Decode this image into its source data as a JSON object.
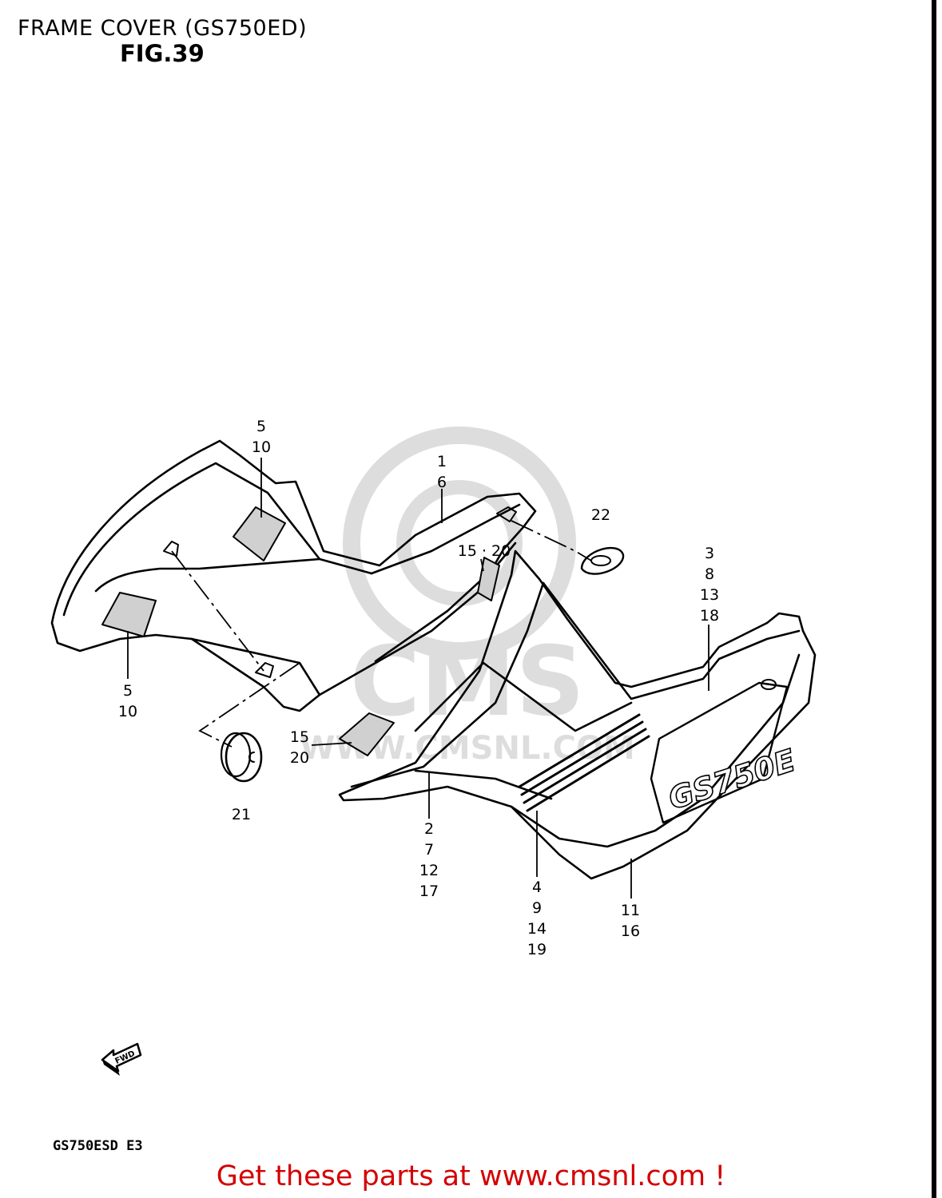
{
  "header": {
    "title": "FRAME COVER (GS750ED)",
    "figure": "FIG.39"
  },
  "callouts": [
    {
      "id": "c-5-10-top",
      "lines": [
        "5",
        "10"
      ]
    },
    {
      "id": "c-1-6",
      "lines": [
        "1",
        "6"
      ]
    },
    {
      "id": "c-22",
      "lines": [
        "22"
      ]
    },
    {
      "id": "c-15-20-top",
      "lines": [
        "15 · 20"
      ]
    },
    {
      "id": "c-3-8-13-18",
      "lines": [
        "3",
        "8",
        "13",
        "18"
      ]
    },
    {
      "id": "c-5-10-bottom",
      "lines": [
        "5",
        "10"
      ]
    },
    {
      "id": "c-15-20-bottom",
      "lines": [
        "15",
        "20"
      ]
    },
    {
      "id": "c-21",
      "lines": [
        "21"
      ]
    },
    {
      "id": "c-2-7-12-17",
      "lines": [
        "2",
        "7",
        "12",
        "17"
      ]
    },
    {
      "id": "c-4-9-14-19",
      "lines": [
        "4",
        "9",
        "14",
        "19"
      ]
    },
    {
      "id": "c-11-16",
      "lines": [
        "11",
        "16"
      ]
    }
  ],
  "decal_text": "GS750E",
  "fwd_label": "FWD",
  "watermark_text": "CMS",
  "watermark_url": "WWW.CMSNL.COM",
  "model_code": "GS750ESD  E3",
  "footer": {
    "link_text": "Get these parts at www.cmsnl.com !",
    "link_color": "#d40000"
  }
}
